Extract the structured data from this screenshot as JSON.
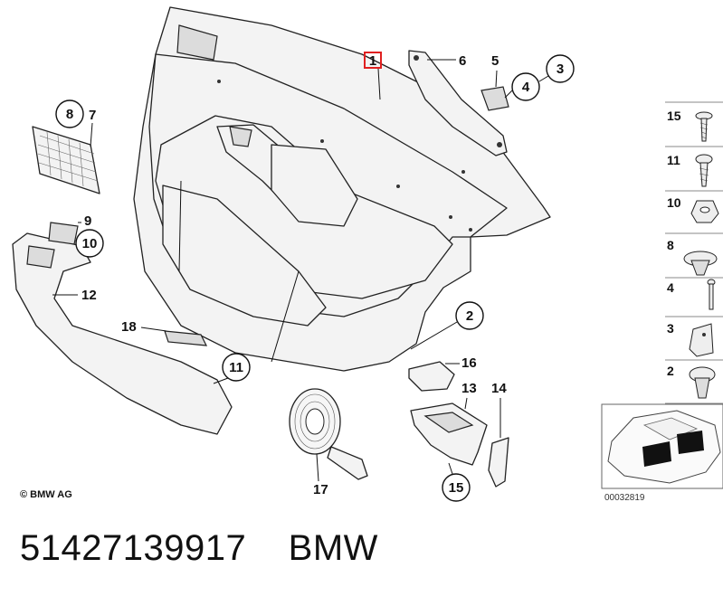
{
  "copyright": "© BMW AG",
  "diagram_code": "00032819",
  "part_number_line": "51427139917    BMW",
  "highlight_color": "#e02020",
  "callouts": {
    "c1": "1",
    "c2": "2",
    "c3": "3",
    "c4": "4",
    "c5": "5",
    "c6": "6",
    "c7": "7",
    "c8": "8",
    "c9": "9",
    "c10": "10",
    "c11": "11",
    "c12": "12",
    "c13": "13",
    "c14": "14",
    "c15": "15",
    "c16": "16",
    "c17": "17",
    "c18": "18"
  },
  "legend": [
    "15",
    "11",
    "10",
    "8",
    "4",
    "3",
    "2"
  ]
}
